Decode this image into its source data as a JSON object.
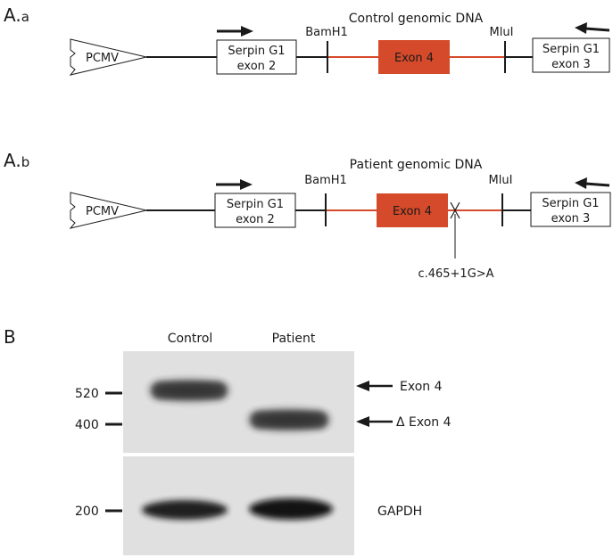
{
  "panel_a": {
    "label_a": "A.",
    "label_a_sub": "a",
    "title_a": "Control genomic DNA",
    "label_b": "A.",
    "label_b_sub": "b",
    "title_b": "Patient genomic DNA",
    "promoter": "PCMV",
    "box_left_line1": "Serpin G1",
    "box_left_line2": "exon 2",
    "box_right_line1": "Serpin G1",
    "box_right_line2": "exon 3",
    "site_left": "BamH1",
    "site_right": "MluI",
    "exon": "Exon 4",
    "mutation": "c.465+1G>A"
  },
  "panel_b": {
    "label": "B",
    "lane_control": "Control",
    "lane_patient": "Patient",
    "marker_520": "520",
    "marker_400": "400",
    "marker_200": "200",
    "band_exon4": "Exon 4",
    "band_delta_exon4": "Δ Exon 4",
    "gapdh": "GAPDH"
  },
  "colors": {
    "exon_fill": "#d54a2a",
    "red_line": "#d54a2a",
    "gel_bg": "#e0e0e0",
    "band": "#252525"
  }
}
